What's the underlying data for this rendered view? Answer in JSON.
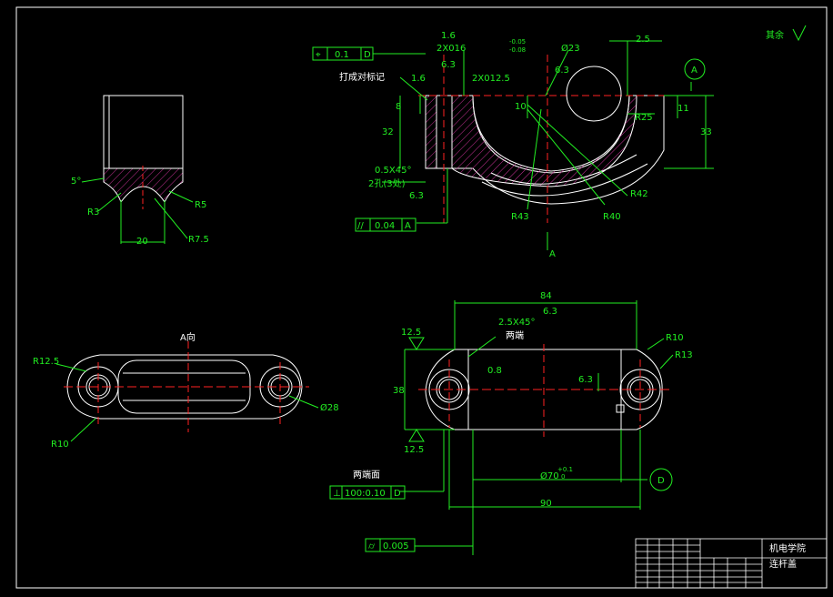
{
  "colors": {
    "background": "#000000",
    "outline": "#ffffff",
    "dimension": "#22ee22",
    "centerline": "#ff2222",
    "hatch": "#cc3399",
    "leader": "#22ee22"
  },
  "corner_note": "其余",
  "section_view": {
    "labels": {
      "d1": "1.6",
      "d2": "2X016",
      "d3": "6.3",
      "d4": "2X012.5",
      "d5": "Ø23",
      "d6": "2.5",
      "d7": "6.3",
      "d8": "-0.05",
      "d9": "-0.08",
      "mark": "打成对标记",
      "d10": "1.6",
      "d11": "8",
      "d12": "10",
      "d13": "32",
      "d14": "R25",
      "d15": "11",
      "d16": "33",
      "d17": "0.5X45°",
      "d18": "2孔(3处)",
      "d19": "6.3",
      "d20": "R42",
      "d21": "R43",
      "d22": "R40",
      "view_arrow": "A",
      "datum_a": "A"
    },
    "fcf_flatness": {
      "symbol": "⌖",
      "tol": "0.1",
      "datum": "D"
    },
    "fcf_parallel": {
      "symbol": "//",
      "tol": "0.04",
      "datum": "A"
    }
  },
  "detail_view": {
    "labels": {
      "angle": "5°",
      "r3": "R3",
      "r5": "R5",
      "r75": "R7.5",
      "w": "20"
    }
  },
  "a_view": {
    "title": "A向",
    "labels": {
      "r125": "R12.5",
      "r10": "R10",
      "dia": "Ø28"
    }
  },
  "plan_view": {
    "labels": {
      "len84": "84",
      "chamfer": "2.5X45°",
      "finish": "6.3",
      "both_ends": "两端",
      "r10": "R10",
      "r13": "R13",
      "h125": "12.5",
      "v08": "0.8",
      "h38": "38",
      "h125b": "12.5",
      "d6": "6.3",
      "both_faces": "两端面",
      "len70": "Ø70",
      "len90": "90",
      "datum_d": "D",
      "tolv1": "+0.1",
      "tolv2": "0"
    },
    "fcf_runout": {
      "symbol": "⊥",
      "tol": "100:0.10",
      "datum": "D"
    },
    "fcf_cyl": {
      "symbol": "⌭",
      "tol": "0.005"
    }
  },
  "title_block": {
    "name": "机电学院",
    "part": "连杆盖"
  }
}
